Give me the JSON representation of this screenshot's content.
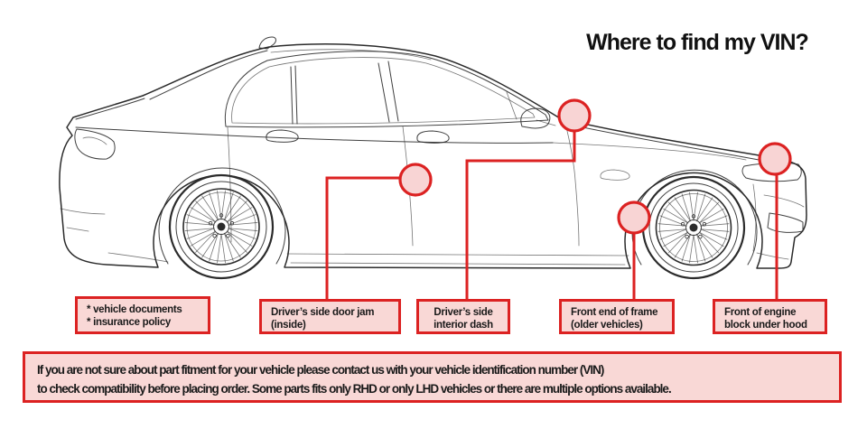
{
  "title": "Where to find my VIN?",
  "colors": {
    "accent_red": "#dc2222",
    "marker_fill": "#f8d4d4",
    "box_fill": "#f9d8d6",
    "car_line": "#2b2b2b"
  },
  "labels": {
    "documents": {
      "line1": "* vehicle documents",
      "line2": "* insurance policy"
    },
    "door_jam": {
      "line1": "Driver’s side door jam",
      "line2": "(inside)"
    },
    "dash": {
      "line1": "Driver’s side",
      "line2": "interior dash"
    },
    "frame": {
      "line1": "Front end of frame",
      "line2": "(older vehicles)"
    },
    "engine": {
      "line1": "Front of engine",
      "line2": "block under hood"
    }
  },
  "notice": {
    "line1": "If you are not sure about part fitment for your vehicle please contact us with your vehicle identification number (VIN)",
    "line2": "to check compatibility before placing order. Some parts fits only RHD or only LHD vehicles or there are multiple options available."
  }
}
